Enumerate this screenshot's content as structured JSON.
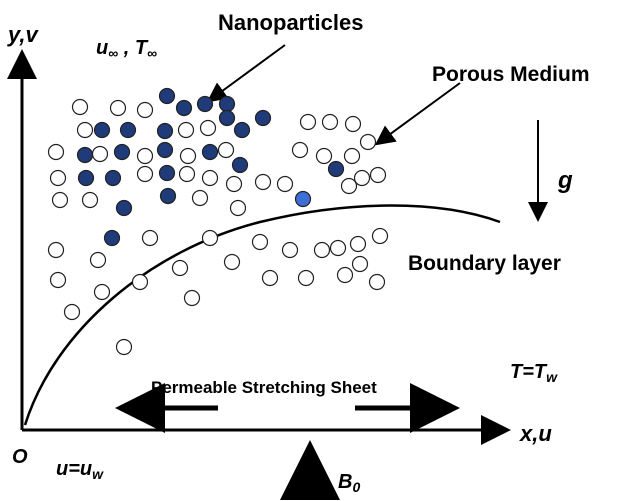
{
  "labels": {
    "y_axis": "y,v",
    "x_axis": "x,u",
    "origin": "O",
    "u_inf": "u",
    "u_inf_sub": "∞",
    "comma": " , ",
    "t_inf": "T",
    "t_inf_sub": "∞",
    "nanoparticles": "Nanoparticles",
    "porous_medium": "Porous Medium",
    "gravity": "g",
    "boundary_layer": "Boundary layer",
    "t_wall": "T=T",
    "t_wall_sub": "w",
    "sheet": "Permeable Stretching Sheet",
    "u_wall": "u=u",
    "u_wall_sub": "w",
    "magnetic": "B",
    "magnetic_sub": "0"
  },
  "colors": {
    "ink": "#000000",
    "particle_fill": "#1f3b7a",
    "particle_highlight": "#3d6fd6",
    "circle_stroke": "#222222"
  }
}
